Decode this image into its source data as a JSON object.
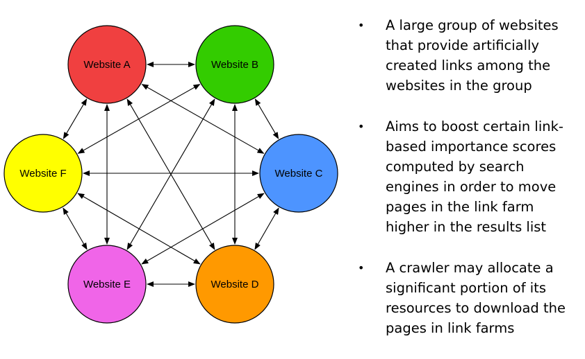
{
  "diagram": {
    "nodes": [
      {
        "id": "A",
        "label": "Website A",
        "color": "#f04040"
      },
      {
        "id": "B",
        "label": "Website B",
        "color": "#33cc00"
      },
      {
        "id": "C",
        "label": "Website C",
        "color": "#4d94ff"
      },
      {
        "id": "D",
        "label": "Website D",
        "color": "#ff9900"
      },
      {
        "id": "E",
        "label": "Website E",
        "color": "#f065e8"
      },
      {
        "id": "F",
        "label": "Website F",
        "color": "#ffff00"
      }
    ],
    "edges": [
      [
        "A",
        "B"
      ],
      [
        "A",
        "C"
      ],
      [
        "A",
        "D"
      ],
      [
        "A",
        "E"
      ],
      [
        "A",
        "F"
      ],
      [
        "B",
        "C"
      ],
      [
        "B",
        "D"
      ],
      [
        "B",
        "E"
      ],
      [
        "B",
        "F"
      ],
      [
        "C",
        "D"
      ],
      [
        "C",
        "E"
      ],
      [
        "C",
        "F"
      ],
      [
        "D",
        "E"
      ],
      [
        "D",
        "F"
      ],
      [
        "E",
        "F"
      ]
    ],
    "edge_style": "bidirectional-arrow"
  },
  "bullets": [
    {
      "text": "A large group of websites that provide artificially created links among the websites in the group"
    },
    {
      "text": "Aims to boost certain link-based importance scores computed by search engines in order to move pages in the link farm higher in the results list"
    },
    {
      "text": "A crawler may allocate a significant portion of its resources to download the pages in link farms"
    }
  ],
  "bullet_symbol": "•"
}
